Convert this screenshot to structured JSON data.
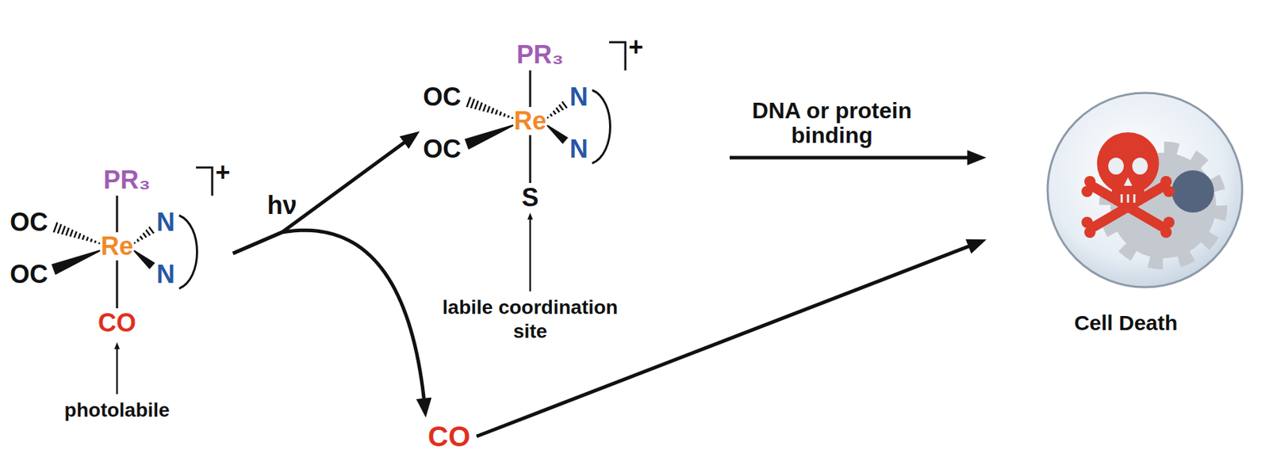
{
  "diagram": {
    "nodes": [
      {
        "text": [
          "PR₃",
          "OC",
          "OC",
          "Re",
          "N",
          "N",
          "CO",
          "+"
        ]
      },
      {
        "text": [
          "PR₃",
          "OC",
          "OC",
          "Re",
          "N",
          "N",
          "S",
          "+"
        ]
      },
      {
        "text": [
          "CO"
        ]
      },
      {
        "text": [
          "Cell Death"
        ]
      }
    ],
    "edges": [
      {
        "from": 0,
        "to": 1,
        "arrow": "to",
        "label": "hν"
      },
      {
        "from": 0,
        "to": 2,
        "arrow": "to"
      },
      {
        "from": 1,
        "to": 3,
        "arrow": "to",
        "label": "DNA or protein binding"
      },
      {
        "from": 2,
        "to": 3,
        "arrow": "to"
      }
    ],
    "labels": [
      "photolabile",
      "labile coordination site"
    ]
  }
}
